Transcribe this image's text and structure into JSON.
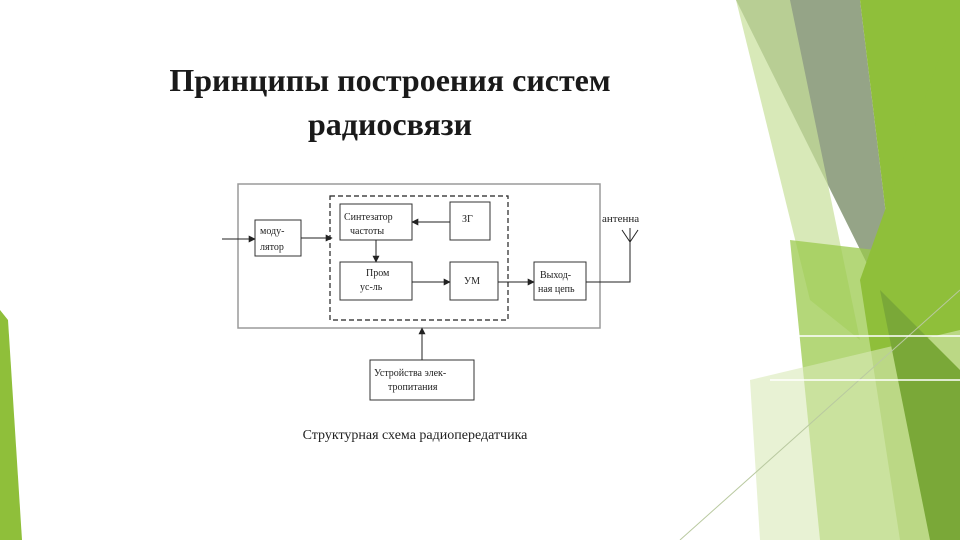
{
  "slide": {
    "title_line1": "Принципы построения систем",
    "title_line2": "радиосвязи",
    "caption": "Структурная схема радиопередатчика"
  },
  "diagram": {
    "blocks": {
      "modulator": [
        "моду-",
        "лятор"
      ],
      "synthesizer": [
        "Синтезатор",
        "частоты"
      ],
      "generator": [
        "ЗГ"
      ],
      "preamp": [
        "Пром",
        "ус-ль"
      ],
      "power_amp": [
        "УМ"
      ],
      "output_circuit": [
        "Выход-",
        "ная цепь"
      ],
      "power_supply": [
        "Устройства элек-",
        "тропитания"
      ]
    },
    "antenna_label": "антенна"
  },
  "colors": {
    "accent_green": "#8fbf3a",
    "accent_gray": "#8a9a7a",
    "light_green": "#c8e09a"
  }
}
